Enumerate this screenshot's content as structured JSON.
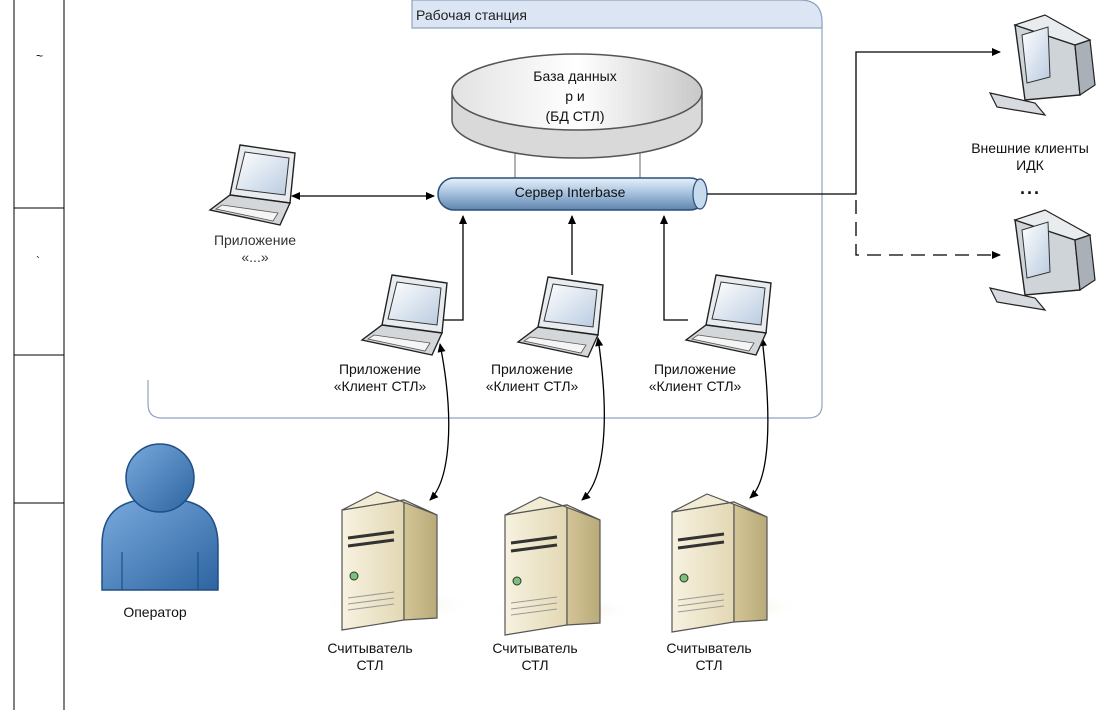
{
  "workstation": {
    "title": "Рабочая станция"
  },
  "database": {
    "line1": "База данных",
    "line2": "р               и",
    "line3": "(БД СТЛ)"
  },
  "server": {
    "label": "Сервер Interbase"
  },
  "external": {
    "line1": "Внешние клиенты",
    "line2": "ИДК",
    "ellipsis": "..."
  },
  "laptops": [
    {
      "line1": "Приложение",
      "line2": "«Клиент СТЛ»"
    },
    {
      "line1": "Приложение",
      "line2": "«Клиент СТЛ»"
    },
    {
      "line1": "Приложение",
      "line2": "«Клиент СТЛ»"
    }
  ],
  "admin_app": {
    "line1": "Приложение",
    "line2": "«...»"
  },
  "readers": [
    {
      "line1": "Считыватель",
      "line2": "СТЛ"
    },
    {
      "line1": "Считыватель",
      "line2": "СТЛ"
    },
    {
      "line1": "Считыватель",
      "line2": "СТЛ"
    }
  ],
  "operator": {
    "label": "Оператор"
  },
  "side_marks": [
    "~",
    "`",
    ""
  ],
  "colors": {
    "workstation_header": "#dbe5f3",
    "pipe": "#a9c4e0",
    "operator": "#4a86c5",
    "server_box": "#ece3c6"
  }
}
